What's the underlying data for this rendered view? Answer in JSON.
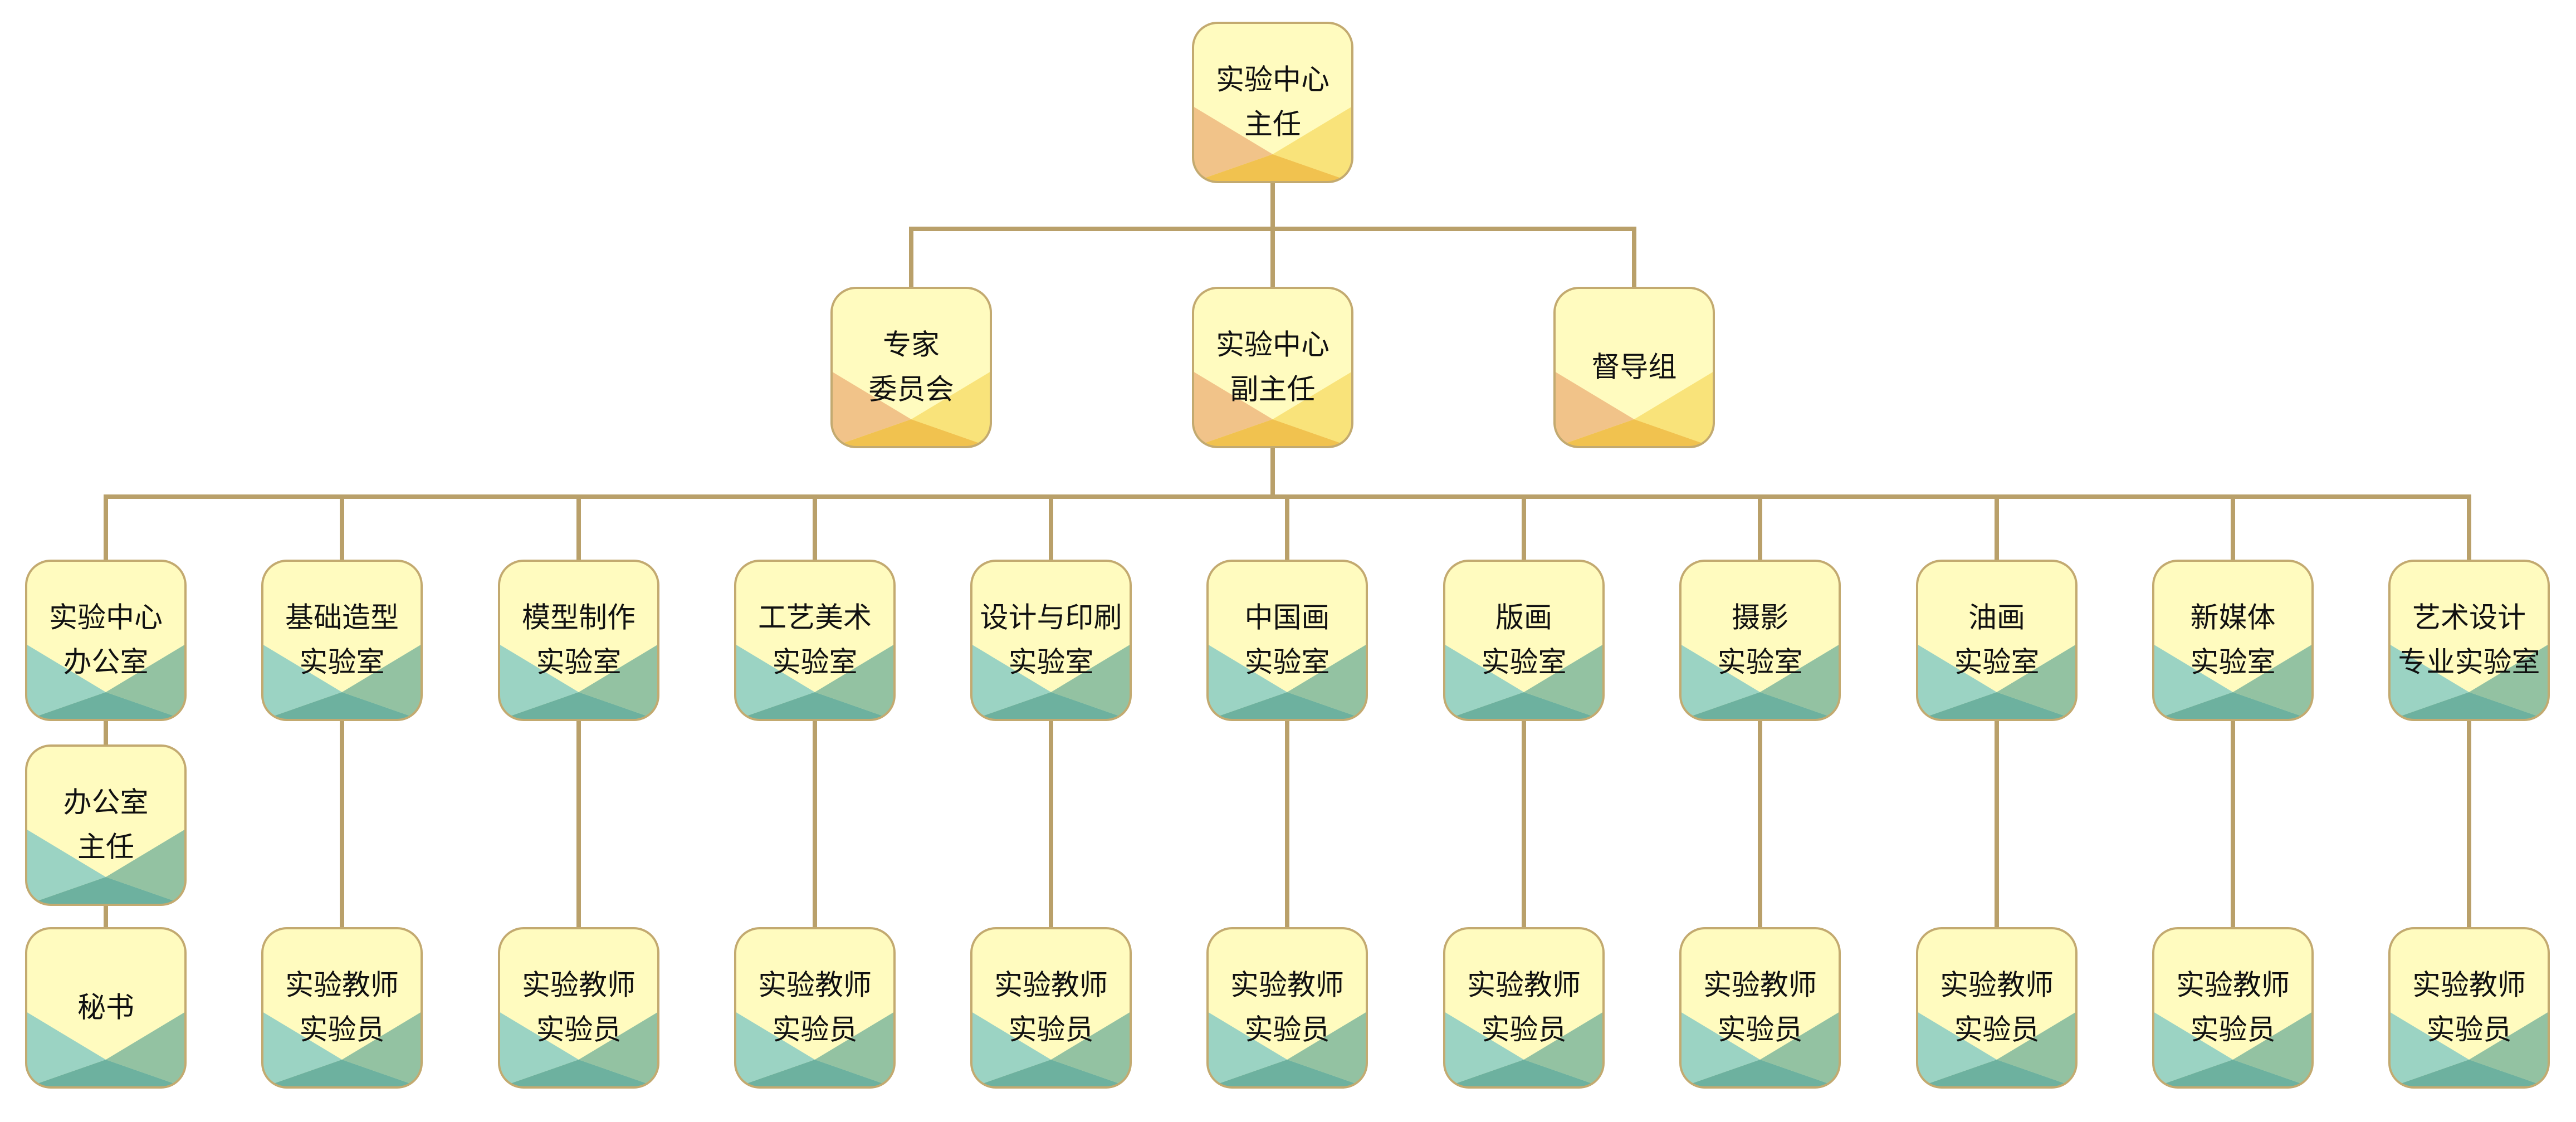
{
  "colors": {
    "card_bg": "#fffbbf",
    "connector": "#b9a06a",
    "border": "#c3aa70",
    "warm_left": "#f1c389",
    "warm_right": "#f9e37a",
    "warm_bottom": "#f1c24f",
    "cool_left": "#9bd3c3",
    "cool_right": "#93c2a2",
    "cool_bottom": "#6db19f"
  },
  "nodes": [
    {
      "id": "director",
      "lines": [
        "实验中心",
        "主任"
      ],
      "theme": "warm"
    },
    {
      "id": "expert-committee",
      "lines": [
        "专家",
        "委员会"
      ],
      "theme": "warm"
    },
    {
      "id": "deputy-director",
      "lines": [
        "实验中心",
        "副主任"
      ],
      "theme": "warm"
    },
    {
      "id": "supervision-group",
      "lines": [
        "督导组"
      ],
      "theme": "warm"
    },
    {
      "id": "center-office",
      "lines": [
        "实验中心",
        "办公室"
      ],
      "theme": "cool"
    },
    {
      "id": "office-head",
      "lines": [
        "办公室",
        "主任"
      ],
      "theme": "cool"
    },
    {
      "id": "secretary",
      "lines": [
        "秘书"
      ],
      "theme": "cool"
    },
    {
      "id": "lab-basic-modeling",
      "lines": [
        "基础造型",
        "实验室"
      ],
      "theme": "cool"
    },
    {
      "id": "lab-model-making",
      "lines": [
        "模型制作",
        "实验室"
      ],
      "theme": "cool"
    },
    {
      "id": "lab-crafts",
      "lines": [
        "工艺美术",
        "实验室"
      ],
      "theme": "cool"
    },
    {
      "id": "lab-design-print",
      "lines": [
        "设计与印刷",
        "实验室"
      ],
      "theme": "cool"
    },
    {
      "id": "lab-chinese-painting",
      "lines": [
        "中国画",
        "实验室"
      ],
      "theme": "cool"
    },
    {
      "id": "lab-printmaking",
      "lines": [
        "版画",
        "实验室"
      ],
      "theme": "cool"
    },
    {
      "id": "lab-photography",
      "lines": [
        "摄影",
        "实验室"
      ],
      "theme": "cool"
    },
    {
      "id": "lab-oil-painting",
      "lines": [
        "油画",
        "实验室"
      ],
      "theme": "cool"
    },
    {
      "id": "lab-new-media",
      "lines": [
        "新媒体",
        "实验室"
      ],
      "theme": "cool"
    },
    {
      "id": "lab-art-design",
      "lines": [
        "艺术设计",
        "专业实验室"
      ],
      "theme": "cool"
    },
    {
      "id": "staff-basic-modeling",
      "lines": [
        "实验教师",
        "实验员"
      ],
      "theme": "cool"
    },
    {
      "id": "staff-model-making",
      "lines": [
        "实验教师",
        "实验员"
      ],
      "theme": "cool"
    },
    {
      "id": "staff-crafts",
      "lines": [
        "实验教师",
        "实验员"
      ],
      "theme": "cool"
    },
    {
      "id": "staff-design-print",
      "lines": [
        "实验教师",
        "实验员"
      ],
      "theme": "cool"
    },
    {
      "id": "staff-chinese-painting",
      "lines": [
        "实验教师",
        "实验员"
      ],
      "theme": "cool"
    },
    {
      "id": "staff-printmaking",
      "lines": [
        "实验教师",
        "实验员"
      ],
      "theme": "cool"
    },
    {
      "id": "staff-photography",
      "lines": [
        "实验教师",
        "实验员"
      ],
      "theme": "cool"
    },
    {
      "id": "staff-oil-painting",
      "lines": [
        "实验教师",
        "实验员"
      ],
      "theme": "cool"
    },
    {
      "id": "staff-new-media",
      "lines": [
        "实验教师",
        "实验员"
      ],
      "theme": "cool"
    },
    {
      "id": "staff-art-design",
      "lines": [
        "实验教师",
        "实验员"
      ],
      "theme": "cool"
    }
  ]
}
